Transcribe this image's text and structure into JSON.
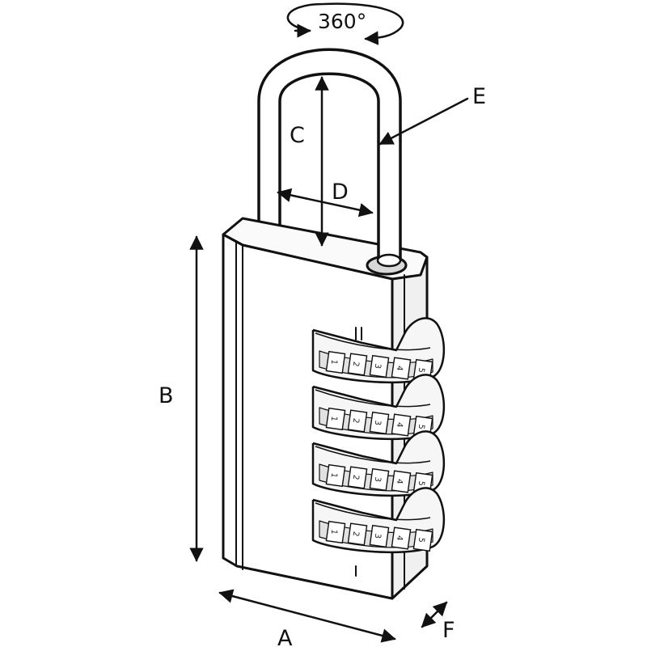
{
  "diagram": {
    "rotation_label": "360°",
    "dimensions": {
      "A": "A",
      "B": "B",
      "C": "C",
      "D": "D",
      "E": "E",
      "F": "F"
    },
    "dial_digits": [
      "1",
      "2",
      "3",
      "4",
      "5"
    ],
    "dial_count": 4,
    "colors": {
      "line": "#111111",
      "body_front": "#ffffff",
      "body_side": "#f0f0f0",
      "body_top": "#fafafa",
      "dial_fill": "#f6f6f6",
      "dial_shade": "#e2e2e2",
      "background": "#ffffff"
    }
  }
}
